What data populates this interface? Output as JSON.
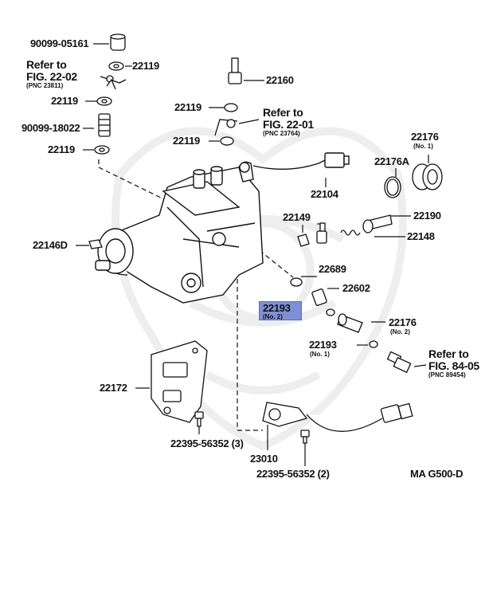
{
  "diagram": {
    "labels": {
      "p90099_05161": "90099-05161",
      "refer_a_1": "Refer to",
      "refer_a_2": "FIG. 22-02",
      "refer_a_3": "(PNC 23811)",
      "p22119_a": "22119",
      "p22119_b": "22119",
      "p90099_18022": "90099-18022",
      "p22119_c": "22119",
      "p22160": "22160",
      "p22119_d": "22119",
      "refer_b_1": "Refer to",
      "refer_b_2": "FIG. 22-01",
      "refer_b_3": "(PNC 23764)",
      "p22119_e": "22119",
      "p22176_top": "22176",
      "p22176_top_sub": "(No. 1)",
      "p22176A": "22176A",
      "p22104": "22104",
      "p22149": "22149",
      "p22190": "22190",
      "p22148": "22148",
      "p22146D": "22146D",
      "p22689": "22689",
      "p22602": "22602",
      "p22193_hl": "22193",
      "p22193_hl_sub": "(No. 2)",
      "p22176_mid": "22176",
      "p22176_mid_sub": "(No. 2)",
      "p22193_b": "22193",
      "p22193_b_sub": "(No. 1)",
      "refer_c_1": "Refer to",
      "refer_c_2": "FIG. 84-05",
      "refer_c_3": "(PNC 89454)",
      "p22172": "22172",
      "p22395_3": "22395-56352 (3)",
      "p23010": "23010",
      "p22395_2": "22395-56352 (2)",
      "fig_code": "MA G500-D"
    },
    "colors": {
      "line": "#111111",
      "highlight": "#7f8fd6",
      "watermark": "#ececec"
    }
  }
}
